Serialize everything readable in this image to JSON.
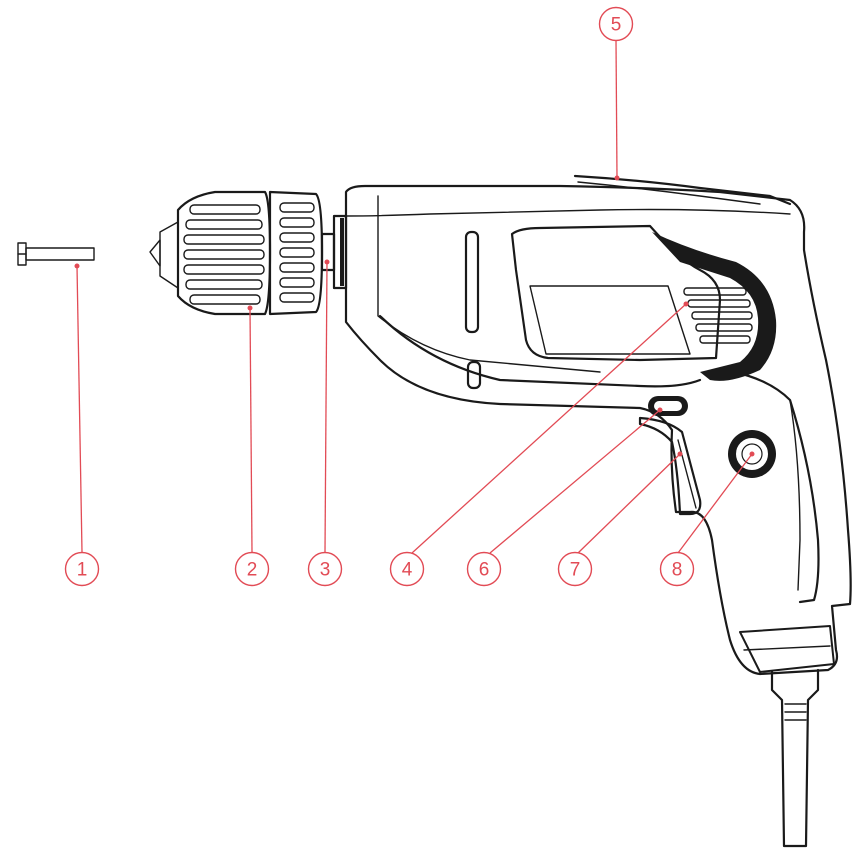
{
  "diagram": {
    "parts": [
      {
        "id": 1,
        "label": "1"
      },
      {
        "id": 2,
        "label": "2"
      },
      {
        "id": 3,
        "label": "3"
      },
      {
        "id": 4,
        "label": "4"
      },
      {
        "id": 5,
        "label": "5"
      },
      {
        "id": 6,
        "label": "6"
      },
      {
        "id": 7,
        "label": "7"
      },
      {
        "id": 8,
        "label": "8"
      }
    ],
    "callout_color": "#e24b55",
    "line_color": "#1a1a1a"
  }
}
